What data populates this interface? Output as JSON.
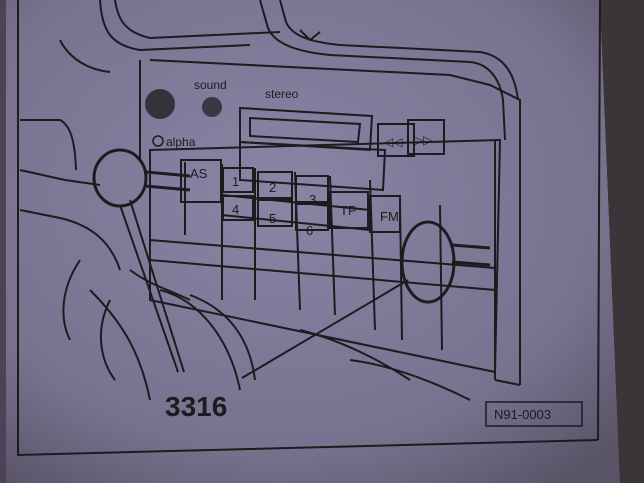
{
  "radio": {
    "sound_label": "sound",
    "stereo_label": "stereo",
    "alpha_label": "alpha",
    "as_button": "AS",
    "preset_buttons": [
      "1",
      "2",
      "3",
      "4",
      "5",
      "6"
    ],
    "tp_button": "TP",
    "fm_button": "FM",
    "rewind_symbol": "◁◁",
    "forward_symbol": "▷▷"
  },
  "callout": {
    "tool_number": "3316"
  },
  "figure": {
    "code": "N91-0003"
  },
  "colors": {
    "paper": "#807a9a",
    "ink": "#1d1b1e",
    "background": "#3b3638"
  }
}
